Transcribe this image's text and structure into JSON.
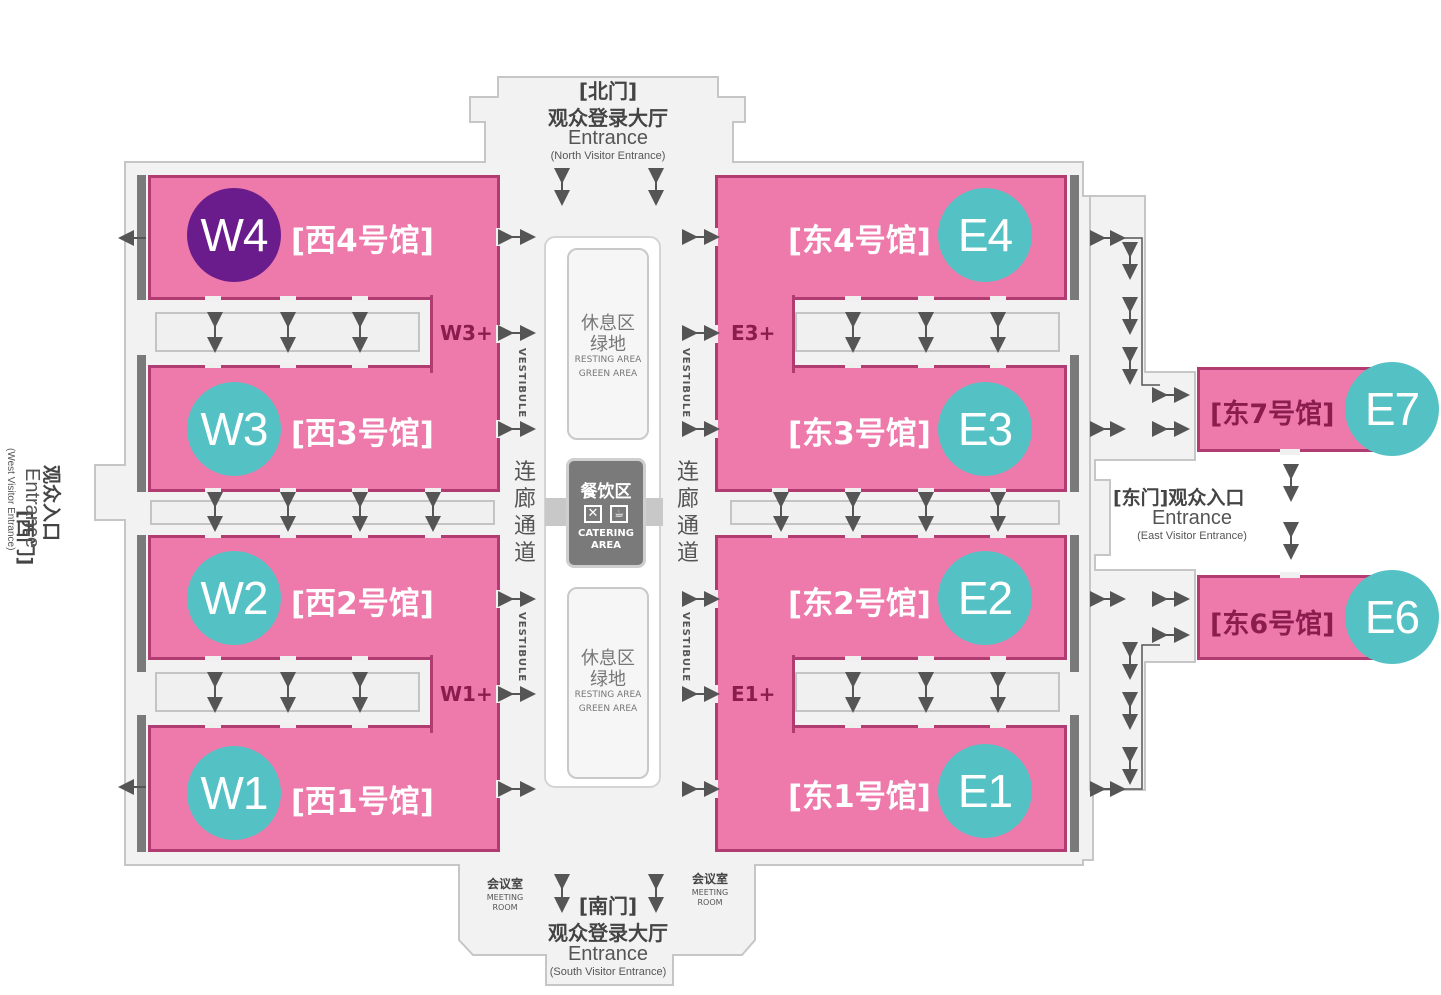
{
  "north": {
    "bracket": "[北门]",
    "hall": "观众登录大厅",
    "entrance": "Entrance",
    "sub": "(North Visitor Entrance)"
  },
  "south": {
    "bracket": "[南门]",
    "hall": "观众登录大厅",
    "entrance": "Entrance",
    "sub": "(South Visitor Entrance)"
  },
  "west": {
    "bracket": "[西门]",
    "hall": "观众入口",
    "entrance": "Entrance",
    "sub": "(West Visitor Entrance)"
  },
  "east": {
    "label": "[东门]观众入口",
    "entrance": "Entrance",
    "sub": "(East Visitor Entrance)"
  },
  "halls": {
    "w4": {
      "code": "W4",
      "name": "[西4号馆]"
    },
    "w3": {
      "code": "W3",
      "name": "[西3号馆]"
    },
    "w2": {
      "code": "W2",
      "name": "[西2号馆]"
    },
    "w1": {
      "code": "W1",
      "name": "[西1号馆]"
    },
    "e4": {
      "code": "E4",
      "name": "[东4号馆]"
    },
    "e3": {
      "code": "E3",
      "name": "[东3号馆]"
    },
    "e2": {
      "code": "E2",
      "name": "[东2号馆]"
    },
    "e1": {
      "code": "E1",
      "name": "[东1号馆]"
    },
    "e7": {
      "code": "E7",
      "name": "[东7号馆]"
    },
    "e6": {
      "code": "E6",
      "name": "[东6号馆]"
    }
  },
  "plus_labels": {
    "w3": "W3+",
    "w1": "W1+",
    "e3": "E3+",
    "e1": "E1+"
  },
  "vestibule": "VESTIBULE",
  "corridor": {
    "c1": "连",
    "c2": "廊",
    "c3": "通",
    "c4": "道"
  },
  "rest_area": {
    "cn1": "休息区",
    "cn2": "绿地",
    "en1": "RESTING AREA",
    "en2": "GREEN AREA"
  },
  "catering": {
    "cn": "餐饮区",
    "en1": "CATERING",
    "en2": "AREA"
  },
  "meeting": {
    "cn": "会议室",
    "en1": "MEETING",
    "en2": "ROOM"
  },
  "colors": {
    "hall": "#ee7aac",
    "hall_border": "#b03c72",
    "badge": "#54c1c4",
    "badge_w4": "#6a1c8c",
    "plus": "#8a1d4e"
  }
}
